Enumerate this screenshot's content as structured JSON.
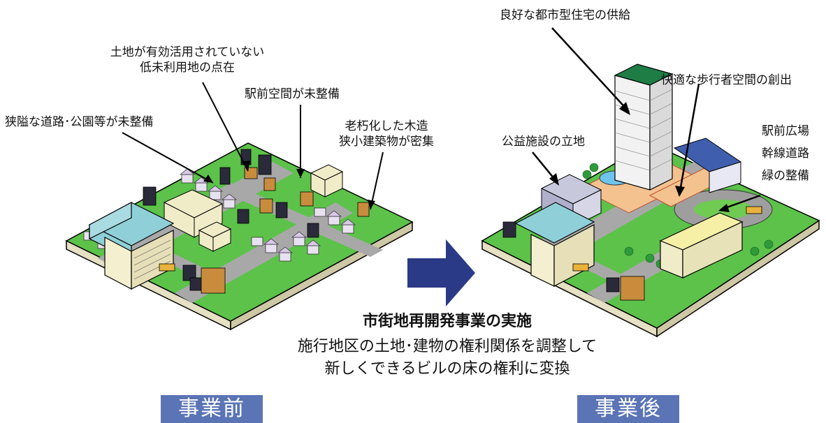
{
  "before": {
    "labels": {
      "land_underused_line1": "土地が有効活用されていない",
      "land_underused_line2": "低未利用地の点在",
      "station_front": "駅前空間が未整備",
      "narrow_roads": "狭隘な道路･公園等が未整備",
      "wooden_line1": "老朽化した木造",
      "wooden_line2": "狭小建築物が密集"
    },
    "tag": "事業前"
  },
  "after": {
    "labels": {
      "housing": "良好な都市型住宅の供給",
      "pedestrian": "快適な歩行者空間の創出",
      "public_facility": "公益施設の立地",
      "plaza": "駅前広場",
      "trunk_road": "幹線道路",
      "green": "緑の整備"
    },
    "tag": "事業後"
  },
  "center": {
    "title": "市街地再開発事業の実施",
    "line1": "施行地区の土地･建物の権利関係を調整して",
    "line2": "新しくできるビルの床の権利に変換"
  },
  "colors": {
    "arrow": "#2b3a87",
    "tag_bg": "#5a74b6",
    "ground": "#5cc24a",
    "road": "#a8a8a8",
    "tower_roof": "#1e7d45"
  }
}
